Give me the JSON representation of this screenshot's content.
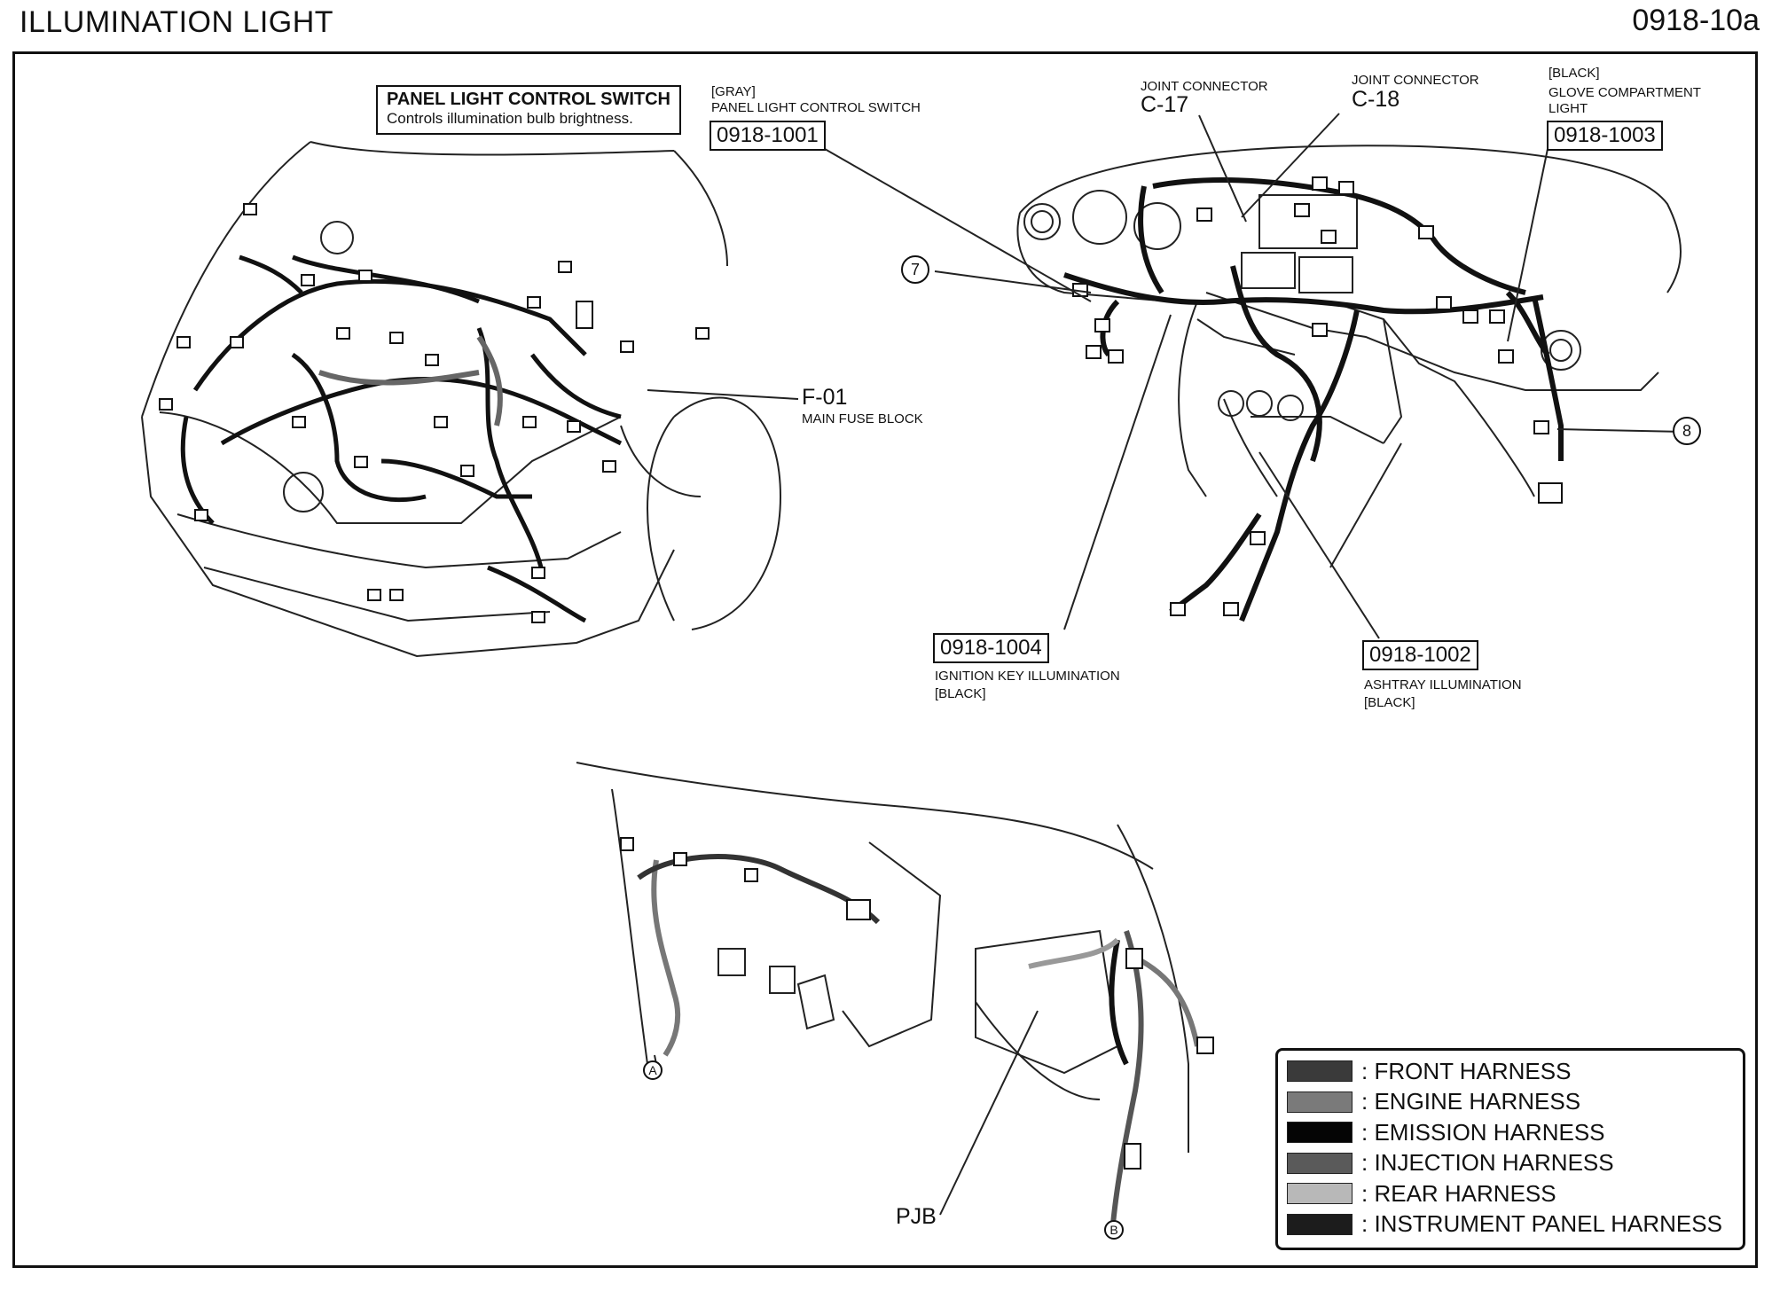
{
  "header": {
    "title": "ILLUMINATION LIGHT",
    "page_id": "0918-10a"
  },
  "callout": {
    "title": "PANEL LIGHT CONTROL SWITCH",
    "description": "Controls illumination bulb brightness."
  },
  "labels": {
    "switch_color": "[GRAY]",
    "switch_name": "PANEL LIGHT CONTROL SWITCH",
    "switch_code": "0918-1001",
    "jc17_name": "JOINT CONNECTOR",
    "jc17_code": "C-17",
    "jc18_name": "JOINT CONNECTOR",
    "jc18_code": "C-18",
    "glove_color": "[BLACK]",
    "glove_name_1": "GLOVE COMPARTMENT",
    "glove_name_2": "LIGHT",
    "glove_code": "0918-1003",
    "fuse_code": "F-01",
    "fuse_name": "MAIN FUSE BLOCK",
    "ign_code": "0918-1004",
    "ign_name": "IGNITION KEY ILLUMINATION",
    "ign_color": "[BLACK]",
    "ash_code": "0918-1002",
    "ash_name": "ASHTRAY ILLUMINATION",
    "ash_color": "[BLACK]",
    "pjb": "PJB",
    "pin_7": "7",
    "pin_8": "8",
    "pin_a": "A",
    "pin_b": "B"
  },
  "legend": [
    {
      "label": ": FRONT HARNESS",
      "color": "#3a3a3a"
    },
    {
      "label": ": ENGINE HARNESS",
      "color": "#7a7a7a"
    },
    {
      "label": ": EMISSION HARNESS",
      "color": "#050505"
    },
    {
      "label": ": INJECTION HARNESS",
      "color": "#5a5a5a"
    },
    {
      "label": ": REAR HARNESS",
      "color": "#b8b8b8"
    },
    {
      "label": ": INSTRUMENT PANEL HARNESS",
      "color": "#1c1c1c"
    }
  ]
}
